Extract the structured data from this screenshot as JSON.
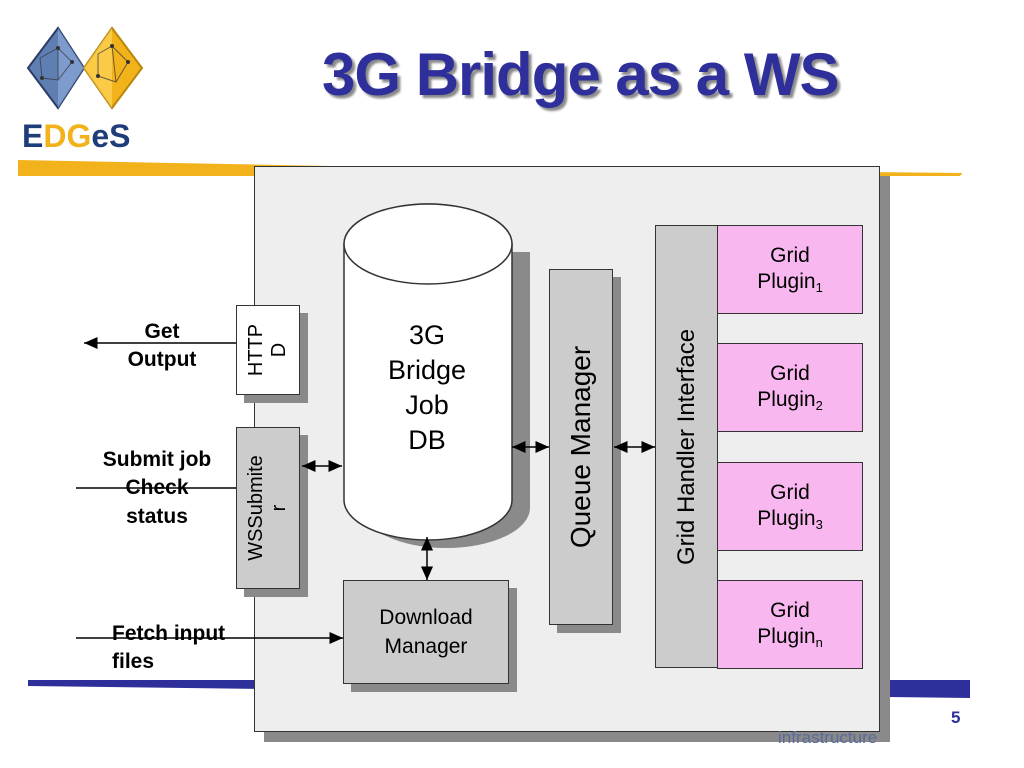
{
  "slide": {
    "title": "3G Bridge as a WS",
    "page_number": "5",
    "footer_text": "infrastructure",
    "accent_blue": "#2f2f9b",
    "accent_yellow": "#f2b21b"
  },
  "logo": {
    "part1": "E",
    "part2": "DG",
    "part3": "eS"
  },
  "diagram": {
    "httpd_label": "HTTP\nD",
    "wssubmitter_label": "WSSubmite\nr",
    "db_lines": [
      "3G",
      "Bridge",
      "Job",
      "DB"
    ],
    "queue_manager_label": "Queue Manager",
    "grid_handler_label": "Grid Handler Interface",
    "download_manager_lines": [
      "Download",
      "Manager"
    ],
    "plugins": [
      {
        "name": "Grid",
        "base": "Plugin",
        "sub": "1"
      },
      {
        "name": "Grid",
        "base": "Plugin",
        "sub": "2"
      },
      {
        "name": "Grid",
        "base": "Plugin",
        "sub": "3"
      },
      {
        "name": "Grid",
        "base": "Plugin",
        "sub": "n"
      }
    ],
    "side_labels": {
      "get_output": [
        "Get",
        "Output"
      ],
      "submit_job": [
        "Submit job",
        "Check",
        "status"
      ],
      "fetch_input": [
        "Fetch input",
        "files"
      ]
    }
  }
}
